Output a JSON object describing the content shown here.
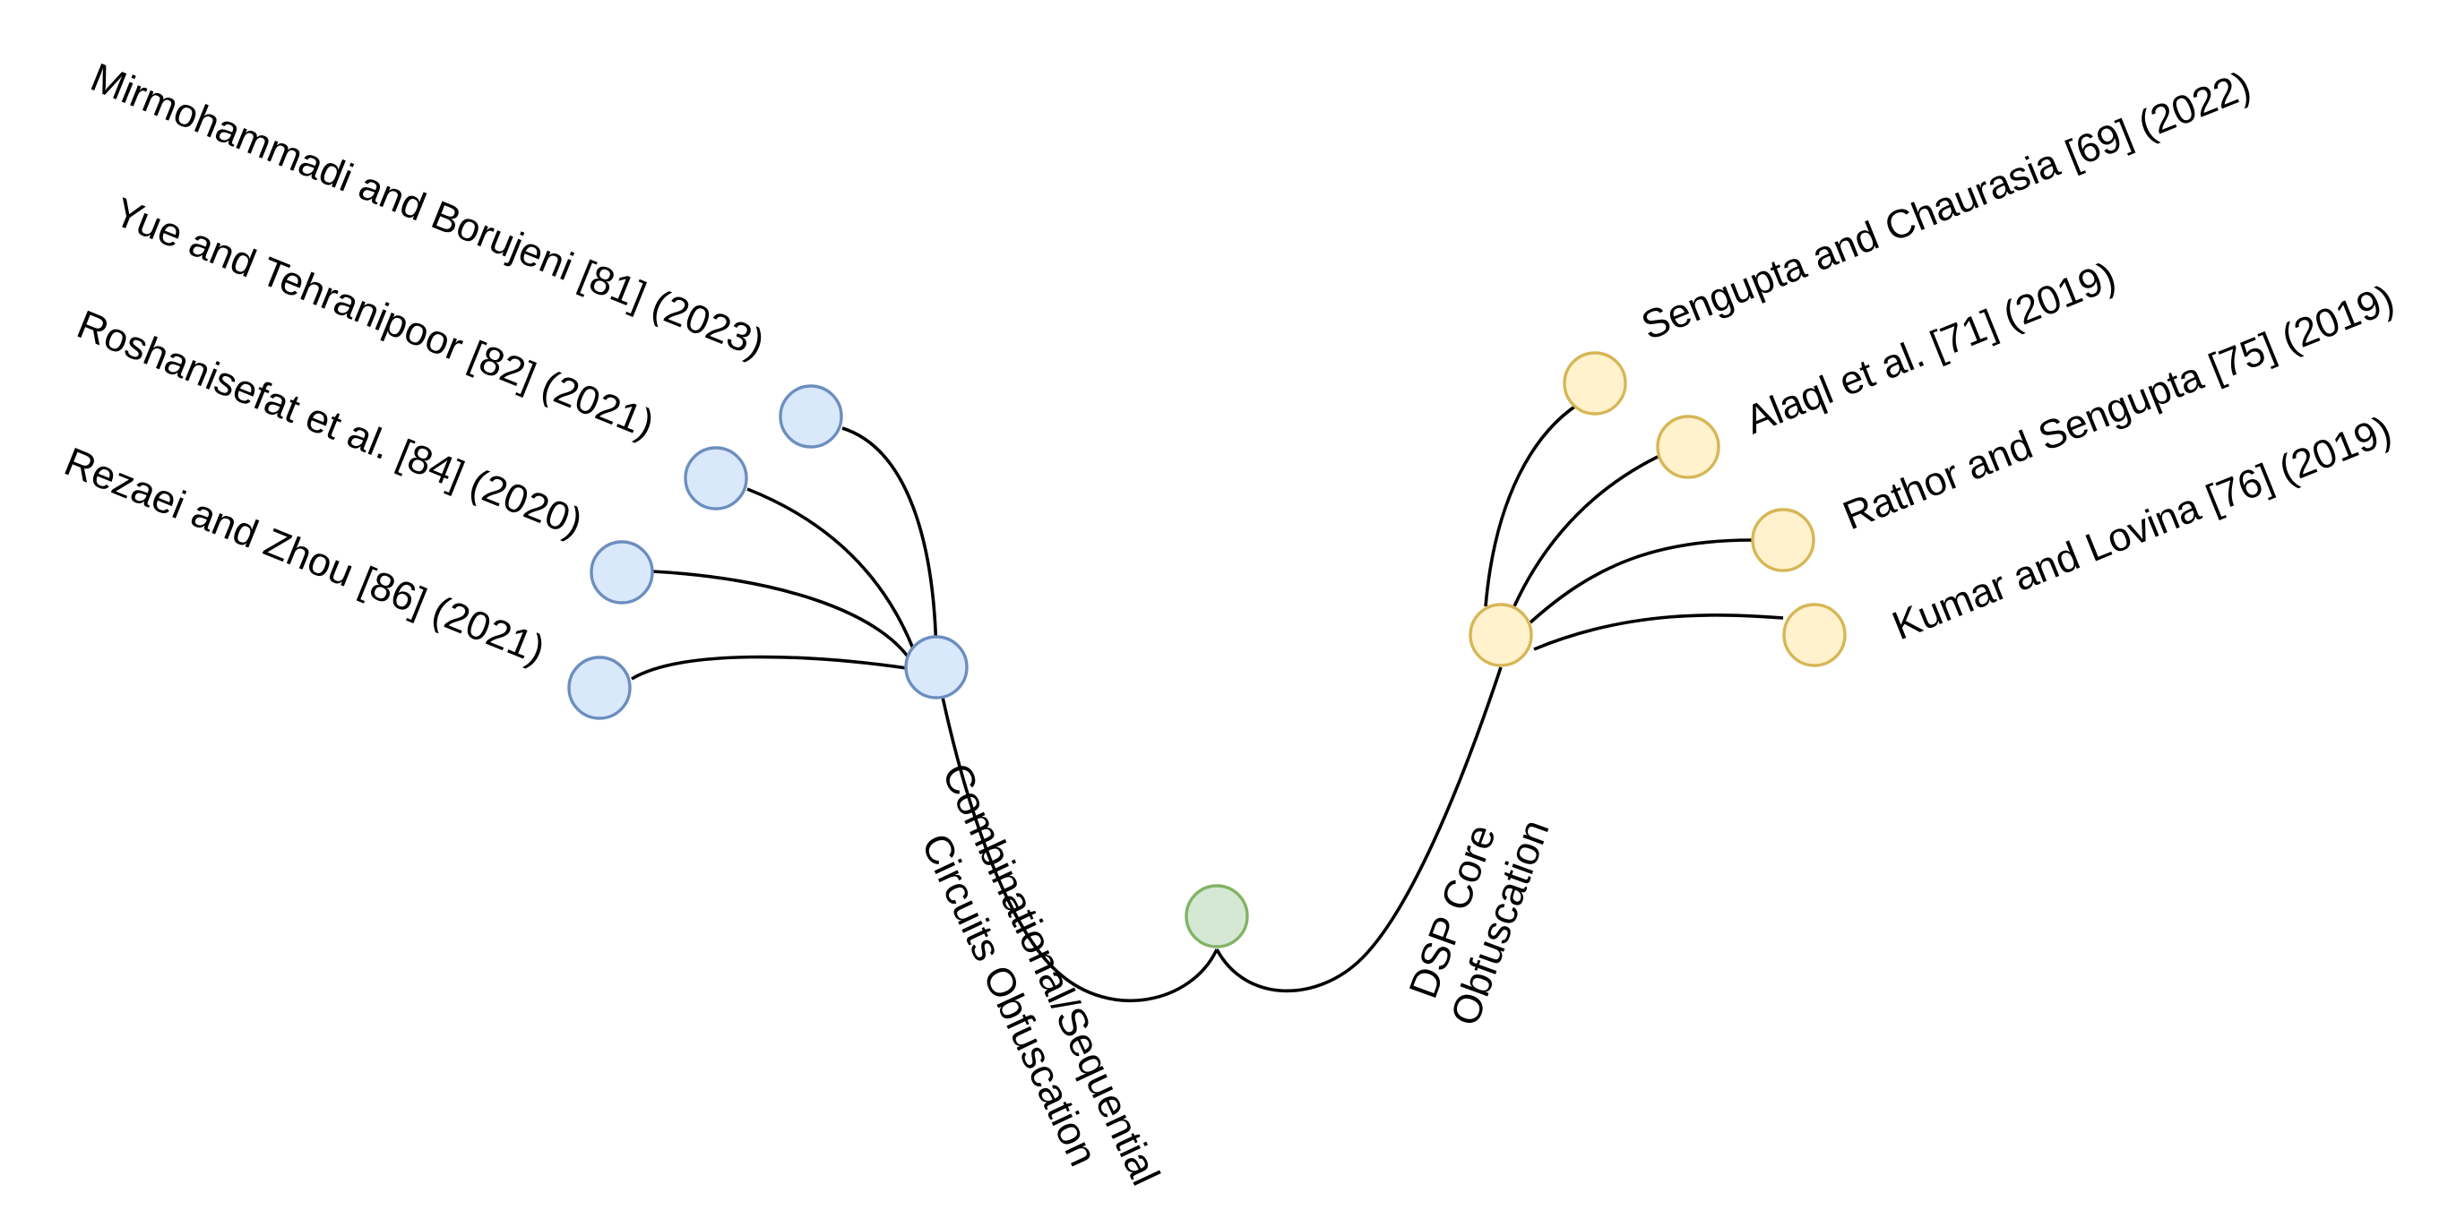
{
  "colors": {
    "edge": "#000000",
    "root_fill": "#d5e8d4",
    "root_stroke": "#82b366",
    "left_fill": "#dae8fc",
    "left_stroke": "#6c8ebf",
    "right_fill": "#fff2cc",
    "right_stroke": "#d6b656"
  },
  "branches": {
    "left": {
      "label_lines": [
        "Combinational/Sequential",
        "Circuits Obfuscation"
      ],
      "leaves": [
        "Mirmohammadi and Borujeni [81] (2023)",
        "Yue and Tehranipoor [82] (2021)",
        "Roshanisefat et al. [84] (2020)",
        "Rezaei and Zhou [86] (2021)"
      ]
    },
    "right": {
      "label_lines": [
        "DSP Core",
        "Obfuscation"
      ],
      "leaves": [
        "Sengupta and Chaurasia [69] (2022)",
        "Alaql et al. [71] (2019)",
        "Rathor and Sengupta [75] (2019)",
        "Kumar and Lovina [76] (2019)"
      ]
    }
  }
}
